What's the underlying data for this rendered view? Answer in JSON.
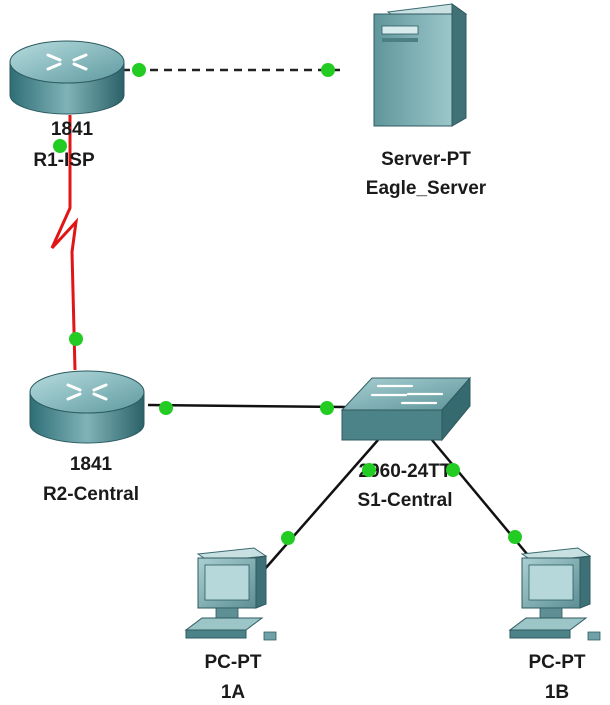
{
  "devices": {
    "r1": {
      "model": "1841",
      "name": "R1-ISP"
    },
    "server": {
      "model": "Server-PT",
      "name": "Eagle_Server"
    },
    "r2": {
      "model": "1841",
      "name": "R2-Central"
    },
    "s1": {
      "model": "2960-24TT",
      "name": "S1-Central"
    },
    "pc1a": {
      "model": "PC-PT",
      "name": "1A"
    },
    "pc1b": {
      "model": "PC-PT",
      "name": "1B"
    }
  },
  "colors": {
    "link_up": "#22cc22",
    "serial_link": "#e01515",
    "ethernet_link": "#111111",
    "crossover_link": "#222222"
  }
}
